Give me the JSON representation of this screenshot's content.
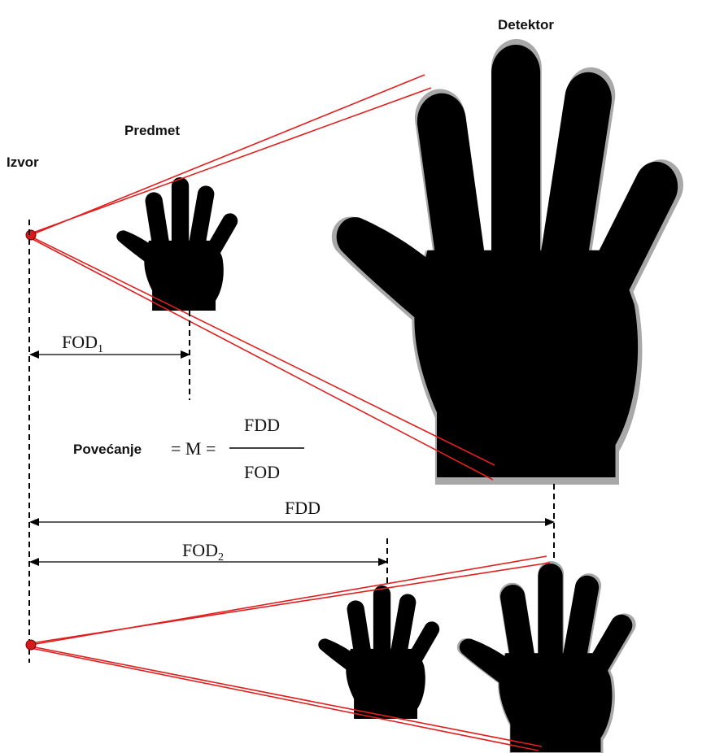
{
  "labels": {
    "detector": "Detektor",
    "object": "Predmet",
    "source": "Izvor",
    "fod1_main": "FOD",
    "fod1_sub": "1",
    "fod2_main": "FOD",
    "fod2_sub": "2",
    "fdd": "FDD",
    "magnification_word": "Povećanje",
    "formula_eq": "= M =",
    "formula_numerator": "FDD",
    "formula_denominator": "FOD"
  },
  "colors": {
    "ray": "#e01f1f",
    "source_point": "#d61a1a",
    "hand": "#000000",
    "hand_shadow": "#a8a8a8"
  }
}
